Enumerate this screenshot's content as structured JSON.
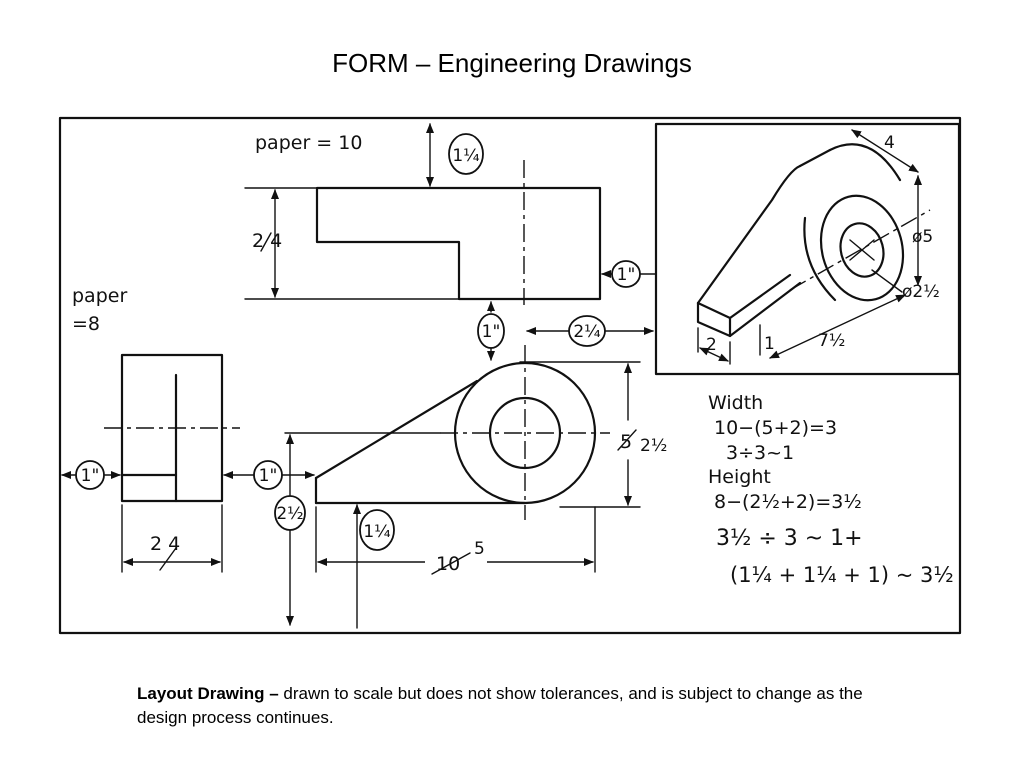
{
  "slide": {
    "title": "FORM – Engineering Drawings"
  },
  "drawing": {
    "paper_top": "paper = 10",
    "paper_left_1": "paper",
    "paper_left_2": "=8",
    "dims": {
      "top_gap": "1¼",
      "top_height": "2 4",
      "right_gap": "1\"",
      "between_gap": "1\"",
      "right_offset": "2¼",
      "side_width": "2 4",
      "left_gap": "1\"",
      "side_to_front_gap": "1\"",
      "front_height_left": "2½",
      "bottom_gap": "1¼",
      "front_width_struck": "10",
      "front_width": "5",
      "front_height_struck": "5",
      "front_height": "2½"
    },
    "iso": {
      "depth": "4",
      "diameter_outer": "ø5",
      "diameter_inner": "ø2½",
      "length": "7½",
      "base_height": "1",
      "base_width": "2"
    },
    "calc": {
      "width_heading": "Width",
      "width_line1": "10−(5+2)=3",
      "width_line2": "3÷3~1",
      "height_heading": "Height",
      "height_line1": "8−(2½+2)=3½",
      "height_line2": "3½ ÷ 3 ~ 1+",
      "height_line3": "(1¼ + 1¼ + 1) ~ 3½"
    }
  },
  "caption": {
    "bold": "Layout Drawing –",
    "text": " drawn to scale but does not show tolerances, and is subject to change as the design process continues."
  }
}
